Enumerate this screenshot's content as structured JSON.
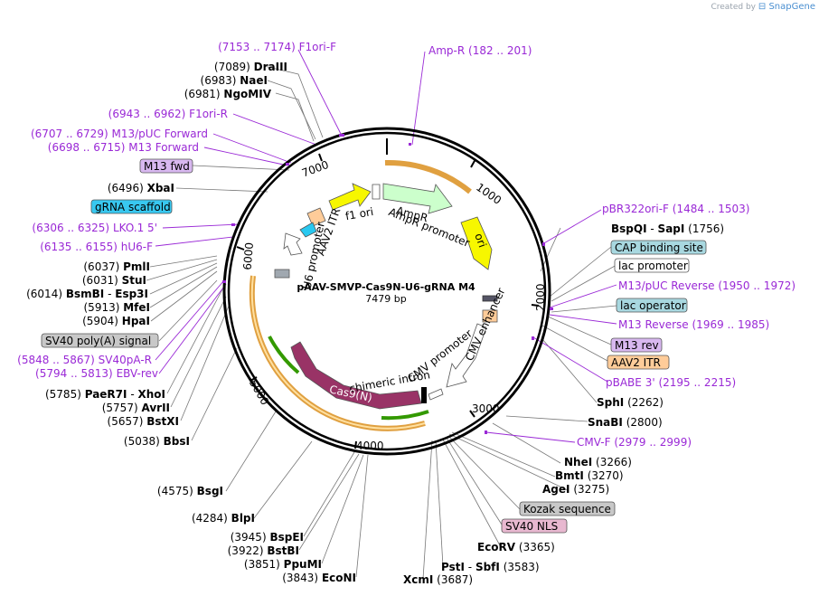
{
  "credit": {
    "prefix": "Created by",
    "brand": "SnapGene"
  },
  "plasmid": {
    "name": "pAAV-SMVP-Cas9N-U6-gRNA M4",
    "size": "7479 bp"
  },
  "ticks": [
    "1000",
    "2000",
    "3000",
    "4000",
    "5000",
    "6000",
    "7000"
  ],
  "features": {
    "f1_ori": "f1 ori",
    "ampr": "AmpR",
    "ampr_promoter": "AmpR promoter",
    "ori": "ori",
    "aav2_itr_left": "AAV2 ITR",
    "u6_promoter": "U6 promoter",
    "cmv_enhancer": "CMV enhancer",
    "cmv_promoter": "CMV promoter",
    "chimeric_intron": "chimeric intron",
    "cas9n": "Cas9(N)"
  },
  "colors": {
    "backbone": "#000000",
    "primer": "#9a29d6",
    "f1_ori": "#f7f700",
    "ampr": "#ccffcc",
    "ori": "#f7f700",
    "aav2_itr": "#ffcc99",
    "u6": "#28c8f0",
    "cas9": "#993366",
    "orange_arc": "#e0a040",
    "green_arc": "#339900"
  },
  "sites_left": [
    {
      "pos": "(7089)",
      "name": "DraIII"
    },
    {
      "pos": "(6983)",
      "name": "NaeI"
    },
    {
      "pos": "(6981)",
      "name": "NgoMIV"
    },
    {
      "pos": "(6496)",
      "name": "XbaI"
    },
    {
      "pos": "(6037)",
      "name": "PmlI"
    },
    {
      "pos": "(6031)",
      "name": "StuI"
    },
    {
      "pos": "(6014)",
      "name": "BsmBI",
      "sep": "-",
      "name2": "Esp3I"
    },
    {
      "pos": "(5913)",
      "name": "MfeI"
    },
    {
      "pos": "(5904)",
      "name": "HpaI"
    },
    {
      "pos": "(5785)",
      "name": "PaeR7I",
      "sep": "-",
      "name2": "XhoI"
    },
    {
      "pos": "(5757)",
      "name": "AvrII"
    },
    {
      "pos": "(5657)",
      "name": "BstXI"
    },
    {
      "pos": "(5038)",
      "name": "BbsI"
    },
    {
      "pos": "(4575)",
      "name": "BsgI"
    },
    {
      "pos": "(4284)",
      "name": "BlpI"
    },
    {
      "pos": "(3945)",
      "name": "BspEI"
    },
    {
      "pos": "(3922)",
      "name": "BstBI"
    },
    {
      "pos": "(3851)",
      "name": "PpuMI"
    },
    {
      "pos": "(3843)",
      "name": "EcoNI"
    }
  ],
  "sites_right": [
    {
      "name": "BspQI",
      "sep": "-",
      "name2": "SapI",
      "pos": "(1756)"
    },
    {
      "name": "SphI",
      "pos": "(2262)"
    },
    {
      "name": "SnaBI",
      "pos": "(2800)"
    },
    {
      "name": "NheI",
      "pos": "(3266)"
    },
    {
      "name": "BmtI",
      "pos": "(3270)"
    },
    {
      "name": "AgeI",
      "pos": "(3275)"
    },
    {
      "name": "EcoRV",
      "pos": "(3365)"
    },
    {
      "name": "PstI",
      "sep": "-",
      "name2": "SbfI",
      "pos": "(3583)"
    },
    {
      "name": "XcmI",
      "pos": "(3687)"
    }
  ],
  "primers": {
    "f1ori_f": {
      "range": "(7153 .. 7174)",
      "name": "F1ori-F"
    },
    "f1ori_r": {
      "range": "(6943 .. 6962)",
      "name": "F1ori-R"
    },
    "m13puc_fwd": {
      "range": "(6707 .. 6729)",
      "name": "M13/pUC Forward"
    },
    "m13_fwd": {
      "range": "(6698 .. 6715)",
      "name": "M13 Forward"
    },
    "lko": {
      "range": "(6306 .. 6325)",
      "name": "LKO.1 5'"
    },
    "hu6": {
      "range": "(6135 .. 6155)",
      "name": "hU6-F"
    },
    "sv40pa": {
      "range": "(5848 .. 5867)",
      "name": "SV40pA-R"
    },
    "ebv": {
      "range": "(5794 .. 5813)",
      "name": "EBV-rev"
    },
    "ampr": {
      "name": "Amp-R",
      "range": "(182 .. 201)"
    },
    "pbr322": {
      "name": "pBR322ori-F",
      "range": "(1484 .. 1503)"
    },
    "m13puc_rev": {
      "name": "M13/pUC Reverse",
      "range": "(1950 .. 1972)"
    },
    "m13_rev": {
      "name": "M13 Reverse",
      "range": "(1969 .. 1985)"
    },
    "pbabe": {
      "name": "pBABE 3'",
      "range": "(2195 .. 2215)"
    },
    "cmvf": {
      "name": "CMV-F",
      "range": "(2979 .. 2999)"
    }
  },
  "boxes": {
    "m13_fwd": {
      "text": "M13 fwd",
      "color": "#d8b8f0"
    },
    "grna": {
      "text": "gRNA scaffold",
      "color": "#38c8f0"
    },
    "sv40polya": {
      "text": "SV40 poly(A) signal",
      "color": "#c8c8c8"
    },
    "cap": {
      "text": "CAP binding site",
      "color": "#a8d8e0"
    },
    "lac_promoter": {
      "text": "lac promoter",
      "color": "#ffffff"
    },
    "lac_operator": {
      "text": "lac operator",
      "color": "#a8d8e0"
    },
    "m13_rev": {
      "text": "M13 rev",
      "color": "#d8b8f0"
    },
    "aav2_itr": {
      "text": "AAV2 ITR",
      "color": "#ffcc99"
    },
    "kozak": {
      "text": "Kozak sequence",
      "color": "#c8c8c8"
    },
    "sv40nls": {
      "text": "SV40 NLS",
      "color": "#e8b8d0"
    }
  }
}
